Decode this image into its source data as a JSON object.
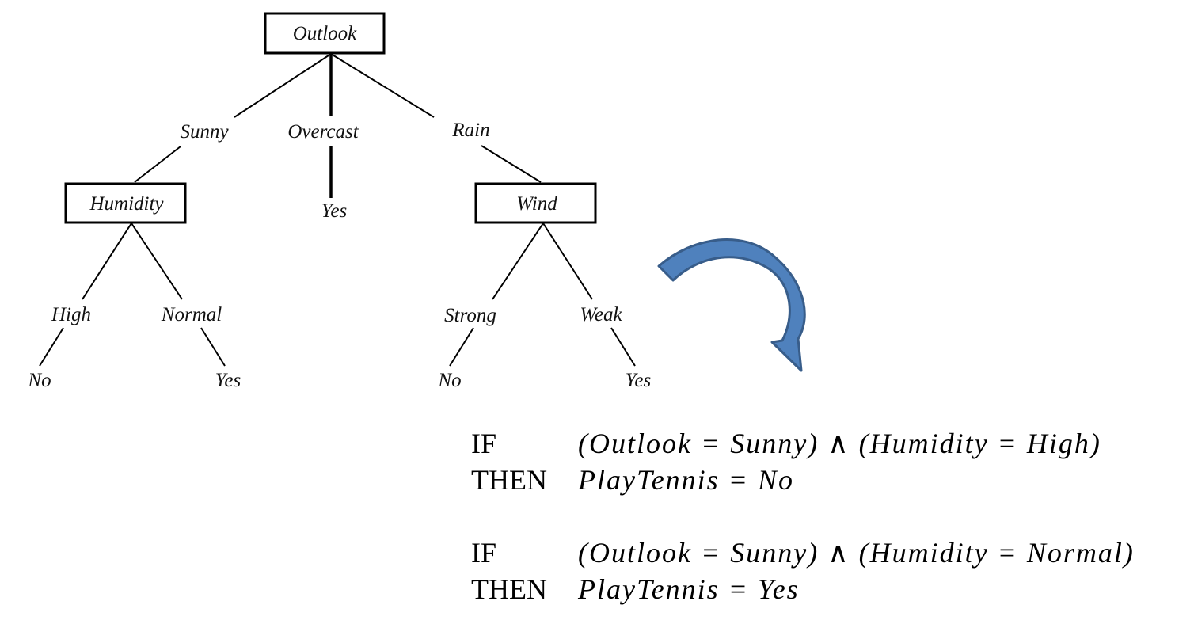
{
  "tree": {
    "root": "Outlook",
    "branches": {
      "sunny": "Sunny",
      "overcast": "Overcast",
      "rain": "Rain"
    },
    "humidity": {
      "label": "Humidity",
      "high": "High",
      "normal": "Normal",
      "high_leaf": "No",
      "normal_leaf": "Yes"
    },
    "overcast_leaf": "Yes",
    "wind": {
      "label": "Wind",
      "strong": "Strong",
      "weak": "Weak",
      "strong_leaf": "No",
      "weak_leaf": "Yes"
    }
  },
  "arrow": {
    "fill": "#4f81bd",
    "stroke": "#385d8a"
  },
  "rules": [
    {
      "if_kw": "IF",
      "condition": "(Outlook = Sunny) ∧ (Humidity = High)",
      "then_kw": "THEN",
      "consequence": "PlayTennis = No"
    },
    {
      "if_kw": "IF",
      "condition": "(Outlook = Sunny) ∧ (Humidity = Normal)",
      "then_kw": "THEN",
      "consequence": "PlayTennis = Yes"
    }
  ]
}
